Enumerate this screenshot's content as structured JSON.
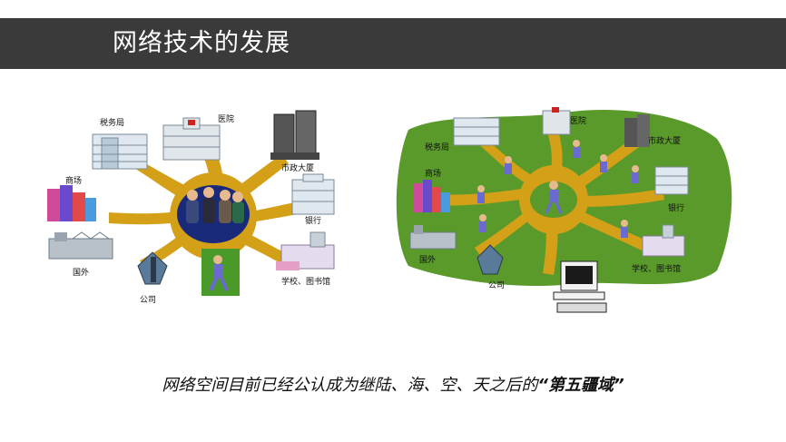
{
  "title": "网络技术的发展",
  "left_diagram": {
    "labels": {
      "tax": "税务局",
      "hospital": "医院",
      "city_hall": "市政大厦",
      "mall": "商场",
      "bank": "银行",
      "abroad": "国外",
      "school": "学校、图书馆",
      "company": "公司"
    }
  },
  "right_diagram": {
    "labels": {
      "tax": "税务局",
      "hospital": "医院",
      "city_hall": "市政大厦",
      "mall": "商场",
      "bank": "银行",
      "abroad": "国外",
      "school": "学校、图书馆",
      "company": "公司"
    }
  },
  "caption": {
    "main": "网络空间目前已经公认成为继陆、海、空、天之后的",
    "emphasis": "“第五疆域”"
  },
  "colors": {
    "title_bar": "#3a3a3a",
    "hub": "#d4a017",
    "right_background": "#5a9a2a",
    "hub_center_left": "#1a2a7a"
  }
}
